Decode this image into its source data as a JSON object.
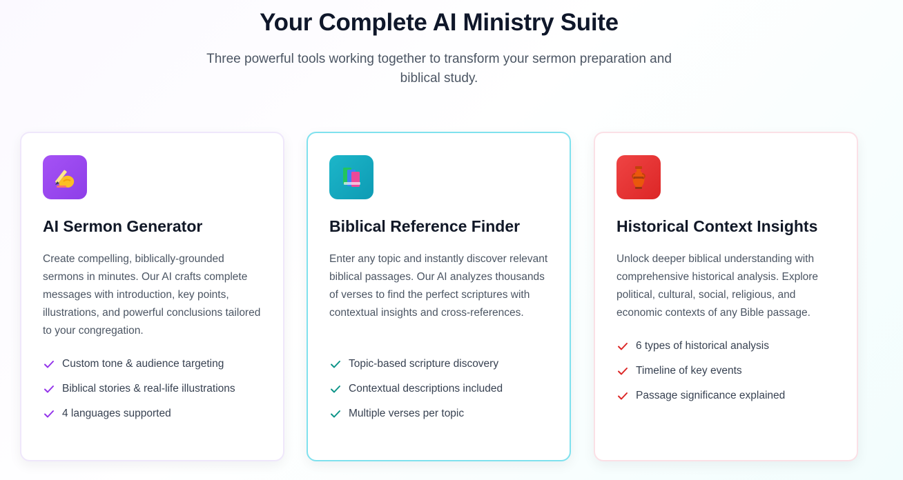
{
  "header": {
    "title": "Your Complete AI Ministry Suite",
    "subtitle": "Three powerful tools working together to transform your sermon preparation and biblical study."
  },
  "cards": [
    {
      "icon": "writing-hand-icon",
      "accent": "#9333ea",
      "title": "AI Sermon Generator",
      "description": "Create compelling, biblically-grounded sermons in minutes. Our AI crafts complete messages with introduction, key points, illustrations, and powerful conclusions tailored to your congregation.",
      "features": [
        "Custom tone & audience targeting",
        "Biblical stories & real-life illustrations",
        "4 languages supported"
      ]
    },
    {
      "icon": "books-icon",
      "accent": "#0d9488",
      "title": "Biblical Reference Finder",
      "description": "Enter any topic and instantly discover relevant biblical passages. Our AI analyzes thousands of verses to find the perfect scriptures with contextual insights and cross-references.",
      "features": [
        "Topic-based scripture discovery",
        "Contextual descriptions included",
        "Multiple verses per topic"
      ]
    },
    {
      "icon": "amphora-icon",
      "accent": "#dc2626",
      "title": "Historical Context Insights",
      "description": "Unlock deeper biblical understanding with comprehensive historical analysis. Explore political, cultural, social, religious, and economic contexts of any Bible passage.",
      "features": [
        "6 types of historical analysis",
        "Timeline of key events",
        "Passage significance explained"
      ]
    }
  ]
}
